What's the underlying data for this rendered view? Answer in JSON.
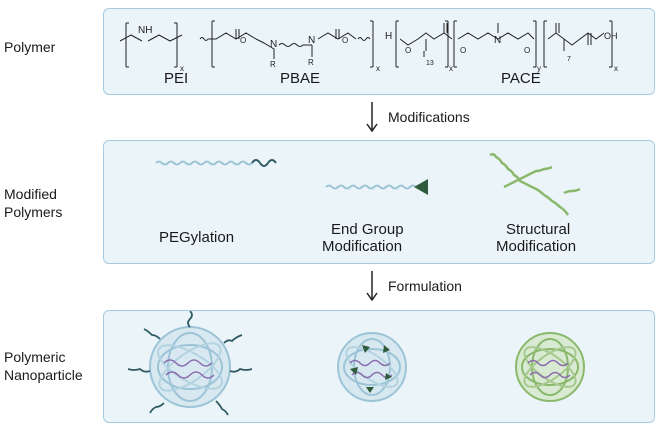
{
  "rows": {
    "polymer": "Polymer",
    "modified": [
      "Modified",
      "Polymers"
    ],
    "nanoparticle": [
      "Polymeric",
      "Nanoparticle"
    ]
  },
  "steps": {
    "modifications": "Modifications",
    "formulation": "Formulation"
  },
  "polymers": {
    "pei": "PEI",
    "pbae": "PBAE",
    "pace": "PACE",
    "pei_nh": "NH",
    "pbae_n": "N",
    "pbae_r": "R",
    "pace_h": "H",
    "pace_o": "O",
    "pace_n": "N",
    "pace_oh": "OH",
    "sub_x": "x",
    "sub_y": "y",
    "sub_13": "13",
    "sub_7": "7"
  },
  "modifications": {
    "pegylation": "PEGylation",
    "end_group": [
      "End Group",
      "Modification"
    ],
    "structural": [
      "Structural",
      "Modification"
    ]
  },
  "colors": {
    "panel_bg": "#ebf5f9",
    "panel_border": "#a6cbe0",
    "polymer_blue": "#9cc4d6",
    "peg": "#2e5a63",
    "end_group": "#2f5a3b",
    "branch": "#8ab86c",
    "core_purple": "#8a6bb0"
  }
}
